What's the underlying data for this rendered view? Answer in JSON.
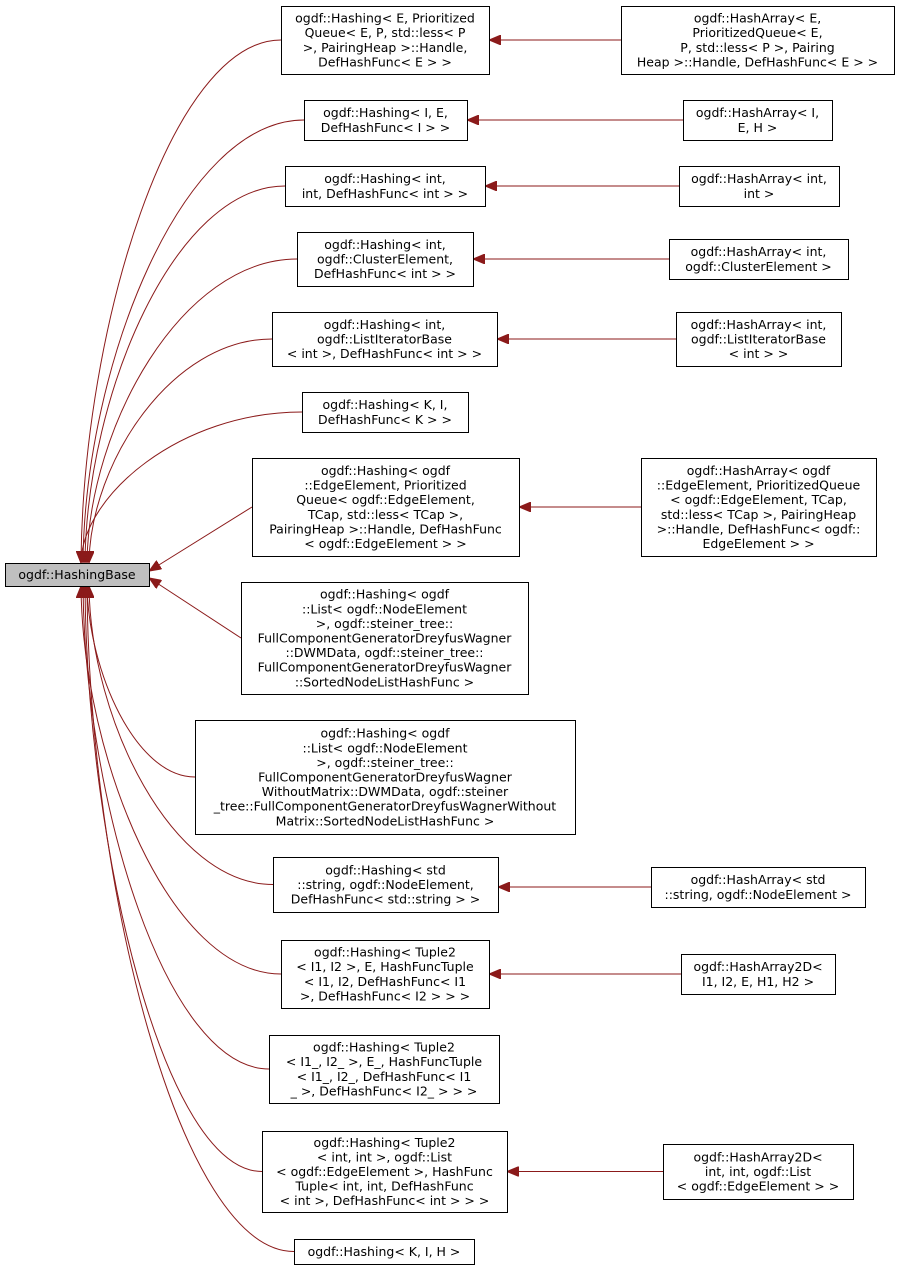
{
  "colors": {
    "edge": "#8b1a1a",
    "root_fill": "#bfbfbf",
    "node_fill": "#ffffff",
    "border": "#000000"
  },
  "root": {
    "id": "root",
    "lines": [
      "ogdf::HashingBase"
    ]
  },
  "hashing": [
    {
      "id": "h1",
      "lines": [
        "ogdf::Hashing< E, Prioritized",
        "Queue< E, P, std::less< P",
        ">, PairingHeap >::Handle,",
        "DefHashFunc< E > >"
      ]
    },
    {
      "id": "h2",
      "lines": [
        "ogdf::Hashing< I, E,",
        "DefHashFunc< I > >"
      ]
    },
    {
      "id": "h3",
      "lines": [
        "ogdf::Hashing< int,",
        "int, DefHashFunc< int > >"
      ]
    },
    {
      "id": "h4",
      "lines": [
        "ogdf::Hashing< int,",
        "ogdf::ClusterElement,",
        "DefHashFunc< int > >"
      ]
    },
    {
      "id": "h5",
      "lines": [
        "ogdf::Hashing< int,",
        "ogdf::ListIteratorBase",
        "< int >, DefHashFunc< int > >"
      ]
    },
    {
      "id": "h6",
      "lines": [
        "ogdf::Hashing< K, I,",
        "DefHashFunc< K > >"
      ]
    },
    {
      "id": "h7",
      "lines": [
        "ogdf::Hashing< ogdf",
        "::EdgeElement, Prioritized",
        "Queue< ogdf::EdgeElement,",
        "TCap, std::less< TCap >,",
        "PairingHeap >::Handle, DefHashFunc",
        "< ogdf::EdgeElement > >"
      ]
    },
    {
      "id": "h8",
      "lines": [
        "ogdf::Hashing< ogdf",
        "::List< ogdf::NodeElement",
        ">, ogdf::steiner_tree::",
        "FullComponentGeneratorDreyfusWagner",
        "::DWMData, ogdf::steiner_tree::",
        "FullComponentGeneratorDreyfusWagner",
        "::SortedNodeListHashFunc >"
      ]
    },
    {
      "id": "h9",
      "lines": [
        "ogdf::Hashing< ogdf",
        "::List< ogdf::NodeElement",
        ">, ogdf::steiner_tree::",
        "FullComponentGeneratorDreyfusWagner",
        "WithoutMatrix::DWMData, ogdf::steiner",
        "_tree::FullComponentGeneratorDreyfusWagnerWithout",
        "Matrix::SortedNodeListHashFunc >"
      ]
    },
    {
      "id": "h10",
      "lines": [
        "ogdf::Hashing< std",
        "::string, ogdf::NodeElement,",
        "DefHashFunc< std::string > >"
      ]
    },
    {
      "id": "h11",
      "lines": [
        "ogdf::Hashing< Tuple2",
        "< I1, I2 >, E, HashFuncTuple",
        "< I1, I2, DefHashFunc< I1",
        ">, DefHashFunc< I2 > > >"
      ]
    },
    {
      "id": "h12",
      "lines": [
        "ogdf::Hashing< Tuple2",
        "< I1_, I2_ >, E_, HashFuncTuple",
        "< I1_, I2_, DefHashFunc< I1",
        "_ >, DefHashFunc< I2_ > > >"
      ]
    },
    {
      "id": "h13",
      "lines": [
        "ogdf::Hashing< Tuple2",
        "< int, int >, ogdf::List",
        "< ogdf::EdgeElement >, HashFunc",
        "Tuple< int, int, DefHashFunc",
        "< int >, DefHashFunc< int > > >"
      ]
    },
    {
      "id": "h14",
      "lines": [
        "ogdf::Hashing< K, I, H >"
      ]
    }
  ],
  "hasharray": [
    {
      "id": "a1",
      "parent": "h1",
      "lines": [
        "ogdf::HashArray< E,",
        "PrioritizedQueue< E,",
        "P, std::less< P >, Pairing",
        "Heap >::Handle, DefHashFunc< E > >"
      ]
    },
    {
      "id": "a2",
      "parent": "h2",
      "lines": [
        "ogdf::HashArray< I,",
        "E, H >"
      ]
    },
    {
      "id": "a3",
      "parent": "h3",
      "lines": [
        "ogdf::HashArray< int,",
        "int >"
      ]
    },
    {
      "id": "a4",
      "parent": "h4",
      "lines": [
        "ogdf::HashArray< int,",
        "ogdf::ClusterElement >"
      ]
    },
    {
      "id": "a5",
      "parent": "h5",
      "lines": [
        "ogdf::HashArray< int,",
        "ogdf::ListIteratorBase",
        "< int > >"
      ]
    },
    {
      "id": "a7",
      "parent": "h7",
      "lines": [
        "ogdf::HashArray< ogdf",
        "::EdgeElement, PrioritizedQueue",
        "< ogdf::EdgeElement, TCap,",
        "std::less< TCap >, PairingHeap",
        ">::Handle, DefHashFunc< ogdf::",
        "EdgeElement > >"
      ]
    },
    {
      "id": "a10",
      "parent": "h10",
      "lines": [
        "ogdf::HashArray< std",
        "::string, ogdf::NodeElement >"
      ]
    },
    {
      "id": "a11",
      "parent": "h11",
      "lines": [
        "ogdf::HashArray2D<",
        "I1, I2, E, H1, H2 >"
      ]
    },
    {
      "id": "a13",
      "parent": "h13",
      "lines": [
        "ogdf::HashArray2D<",
        "int, int, ogdf::List",
        "< ogdf::EdgeElement > >"
      ]
    }
  ]
}
